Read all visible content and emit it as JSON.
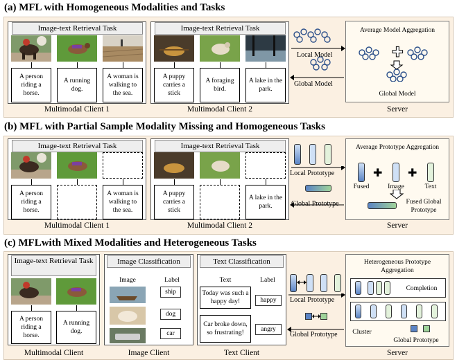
{
  "headings": {
    "a": "(a) MFL with Homogeneous Modalities and Tasks",
    "b": "(b) MFL with Partial Sample Modality Missing and Homogeneous Tasks",
    "c": "(c) MFLwith Mixed Modalities and Heterogeneous Tasks"
  },
  "task": {
    "retrieval": "Image-text Retrieval Task",
    "retrieval_c": "Image-text Retrieval Task",
    "image_cls": "Image Classification",
    "text_cls": "Text Classification"
  },
  "captions": {
    "client1": "Multimodal Client 1",
    "client2": "Multimodal Client 2",
    "server": "Server",
    "mm_client": "Multimodal Client",
    "image_client": "Image Client",
    "text_client": "Text Client"
  },
  "texts": {
    "horse": "A person riding a horse.",
    "dog": "A running dog.",
    "woman": "A woman is walking to the sea.",
    "puppy": "A puppy carries a stick",
    "bird": "A foraging bird.",
    "lake": "A lake in the park."
  },
  "arrows": {
    "local_model": "Local Model",
    "global_model": "Global Model",
    "local_proto": "Local Prototype",
    "global_proto": "Global Prototype"
  },
  "server": {
    "a_title": "Average Model Aggregation",
    "a_result": "Global Model",
    "b_title": "Average Prototype Aggregation",
    "b_fused": "Fused",
    "b_image": "Image",
    "b_text": "Text",
    "b_result": "Fused Global Prototype",
    "c_title": "Heterogeneous Prototype Aggregation",
    "c_completion": "Completion",
    "c_cluster": "Cluster",
    "c_result": "Global Prototype"
  },
  "image_cls": {
    "col_image": "Image",
    "col_label": "Label",
    "labels": [
      "ship",
      "dog",
      "car"
    ]
  },
  "text_cls": {
    "col_text": "Text",
    "col_label": "Label",
    "rows": [
      {
        "text": "Today was such a happy day!",
        "label": "happy"
      },
      {
        "text": "Car broke down, so frustrating!",
        "label": "angry"
      }
    ]
  },
  "colors": {
    "panel_bg": "#fbf0e2",
    "proto_blue": "#5b84c4",
    "proto_green": "#9fd39a",
    "proto_light_blue": "#cfe0f6",
    "proto_light_green": "#e3f2dc"
  }
}
